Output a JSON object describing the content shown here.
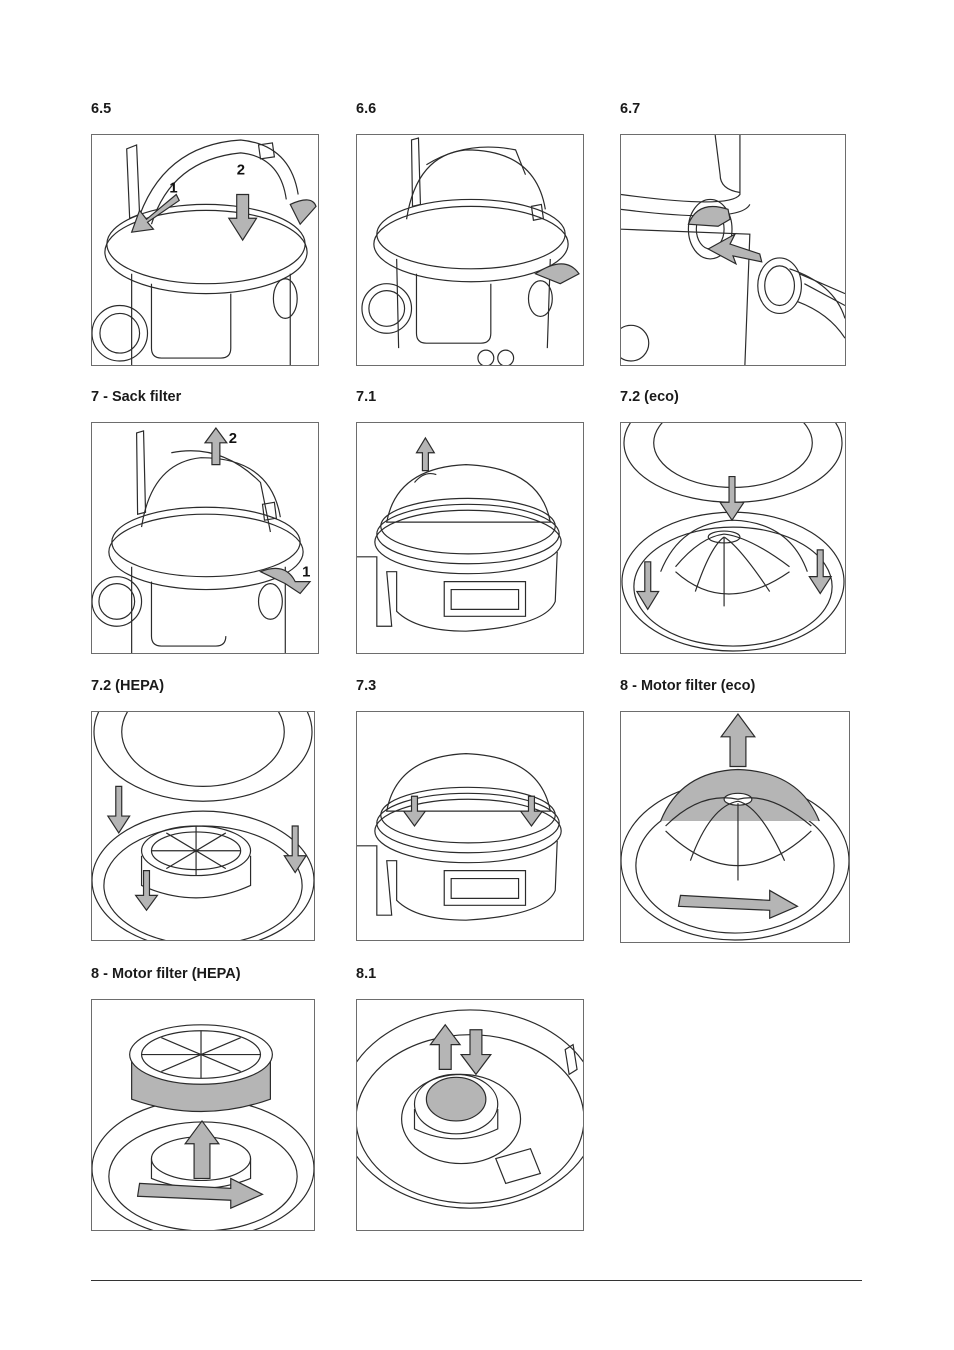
{
  "figures": [
    {
      "label": "6.5",
      "callouts": [
        "1",
        "2"
      ]
    },
    {
      "label": "6.6",
      "callouts": []
    },
    {
      "label": "6.7",
      "callouts": []
    },
    {
      "label": "7 - Sack filter",
      "callouts": [
        "2",
        "1"
      ]
    },
    {
      "label": "7.1",
      "callouts": []
    },
    {
      "label": "7.2 (eco)",
      "callouts": []
    },
    {
      "label": "7.2 (HEPA)",
      "callouts": []
    },
    {
      "label": "7.3",
      "callouts": []
    },
    {
      "label": "8 - Motor filter (eco)",
      "callouts": []
    },
    {
      "label": "8 - Motor filter (HEPA)",
      "callouts": []
    },
    {
      "label": "8.1",
      "callouts": []
    }
  ],
  "colors": {
    "line": "#2b2b2b",
    "arrow_fill": "#b5b5b5",
    "border": "#6d6d6d"
  }
}
